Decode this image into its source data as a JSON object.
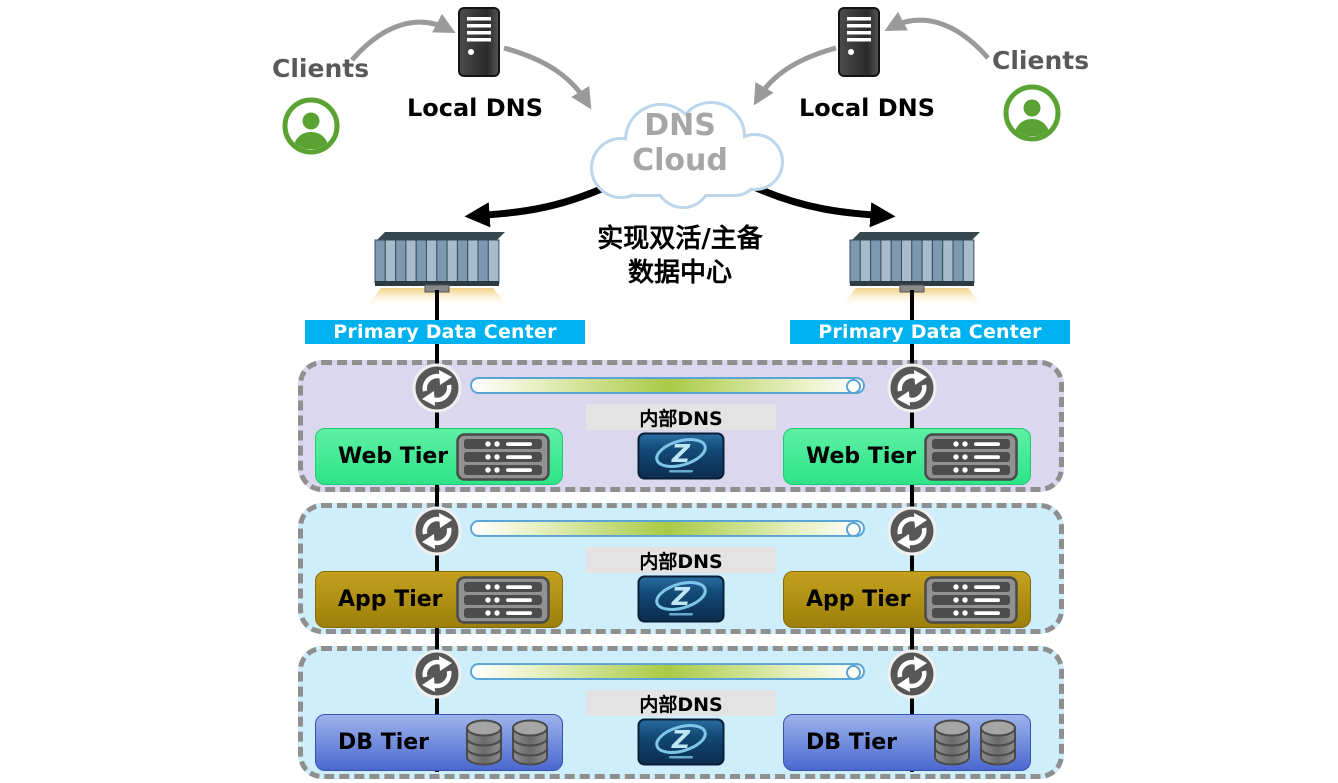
{
  "top": {
    "clients_left": "Clients",
    "clients_right": "Clients",
    "local_dns_left": "Local DNS",
    "local_dns_right": "Local DNS",
    "cloud_line1": "DNS",
    "cloud_line2": "Cloud",
    "caption_line1": "实现双活/主备",
    "caption_line2": "数据中心"
  },
  "banners": {
    "left": "Primary Data Center",
    "right": "Primary Data Center"
  },
  "tiers": [
    {
      "left_label": "Web Tier",
      "right_label": "Web Tier",
      "dns_label": "内部DNS"
    },
    {
      "left_label": "App Tier",
      "right_label": "App Tier",
      "dns_label": "内部DNS"
    },
    {
      "left_label": "DB Tier",
      "right_label": "DB Tier",
      "dns_label": "内部DNS"
    }
  ],
  "appliance": {
    "logo": "Z"
  },
  "colors": {
    "banner_cyan": "#00b1f0",
    "web_band": "#dbd7ef",
    "app_band": "#cfeefb",
    "db_band": "#cfeefb",
    "web_box_green": "#2ee488",
    "app_box_olive": "#b29110",
    "db_box_blue": "#4b68cf",
    "dashed_border_gray": "#8f8f8f",
    "client_green": "#5aa333",
    "cloud_outline_blue": "#bcd7ec",
    "gray_text": "#595959",
    "bar_border_blue": "#5aa5d6",
    "bar_green": "#a9ca45"
  },
  "icons": {
    "client": "person-in-circle",
    "local_dns_server": "server-tower",
    "dns_cloud": "cloud",
    "datacenter": "striped-datacenter-building",
    "sync": "circular-sync-arrows",
    "server_stack": "stacked-server-units",
    "database": "db-cylinder-pair",
    "appliance": "zdns-appliance-logo"
  }
}
